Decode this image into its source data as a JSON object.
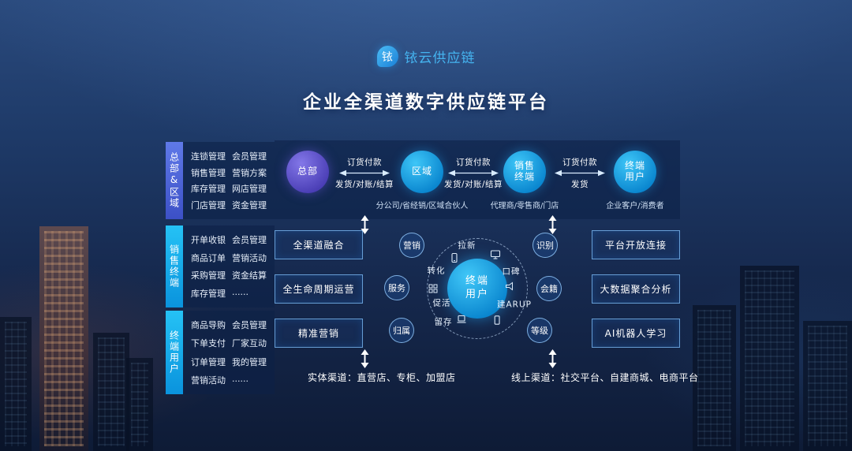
{
  "header": {
    "logo_char": "铱",
    "brand": "铱云供应链",
    "title": "企业全渠道数字供应链平台"
  },
  "sidebar": {
    "groups": [
      {
        "tab": "总部&区域",
        "items": [
          [
            "连锁管理",
            "会员管理"
          ],
          [
            "销售管理",
            "营销方案"
          ],
          [
            "库存管理",
            "网店管理"
          ],
          [
            "门店管理",
            "资金管理"
          ]
        ]
      },
      {
        "tab": "销售终端",
        "items": [
          [
            "开单收银",
            "会员管理"
          ],
          [
            "商品订单",
            "营销活动"
          ],
          [
            "采购管理",
            "资金结算"
          ],
          [
            "库存管理",
            "......"
          ]
        ]
      },
      {
        "tab": "终端用户",
        "items": [
          [
            "商品导购",
            "会员管理"
          ],
          [
            "下单支付",
            "厂家互动"
          ],
          [
            "订单管理",
            "我的管理"
          ],
          [
            "营销活动",
            "......"
          ]
        ]
      }
    ]
  },
  "flow": {
    "nodes": [
      {
        "lines": [
          "总部"
        ],
        "sub": ""
      },
      {
        "lines": [
          "区域"
        ],
        "sub": "分公司/省经销/区域合伙人"
      },
      {
        "lines": [
          "销售",
          "终端"
        ],
        "sub": "代理商/零售商/门店"
      },
      {
        "lines": [
          "终端",
          "用户"
        ],
        "sub": "企业客户/消费者"
      }
    ],
    "links": [
      {
        "top": "订货付款",
        "bottom": "发货/对账/结算"
      },
      {
        "top": "订货付款",
        "bottom": "发货/对账/结算"
      },
      {
        "top": "订货付款",
        "bottom": "发货"
      }
    ]
  },
  "capability_boxes": {
    "left": [
      "全渠道融合",
      "全生命周期运营",
      "精准营销"
    ],
    "right": [
      "平台开放连接",
      "大数据聚合分析",
      "AI机器人学习"
    ]
  },
  "user_cycle": {
    "core_lines": [
      "终端",
      "用户"
    ],
    "satellites": [
      "营销",
      "服务",
      "归属",
      "识别",
      "会籍",
      "等级"
    ],
    "stage_labels": [
      "拉新",
      "转化",
      "口碑",
      "促活",
      "留存",
      "建ARUP"
    ]
  },
  "channels": {
    "offline": "实体渠道：直营店、专柜、加盟店",
    "online": "线上渠道：社交平台、自建商城、电商平台"
  },
  "icons": [
    "phone-icon",
    "monitor-icon",
    "qr-grid-icon",
    "laptop-icon",
    "tablet-icon",
    "speaker-icon",
    "up-down-arrow-icon",
    "left-right-arrow-icon"
  ],
  "colors": {
    "background_top": "#2a4a7d",
    "background_bottom": "#0e1b36",
    "panel": "rgba(12,32,70,0.58)",
    "accent_cyan": "#1fb0ea",
    "accent_purple": "#5a4fc8",
    "tab_indigo": "#3c50c6",
    "brand_blue": "#45b4f0",
    "text": "#ffffff"
  }
}
